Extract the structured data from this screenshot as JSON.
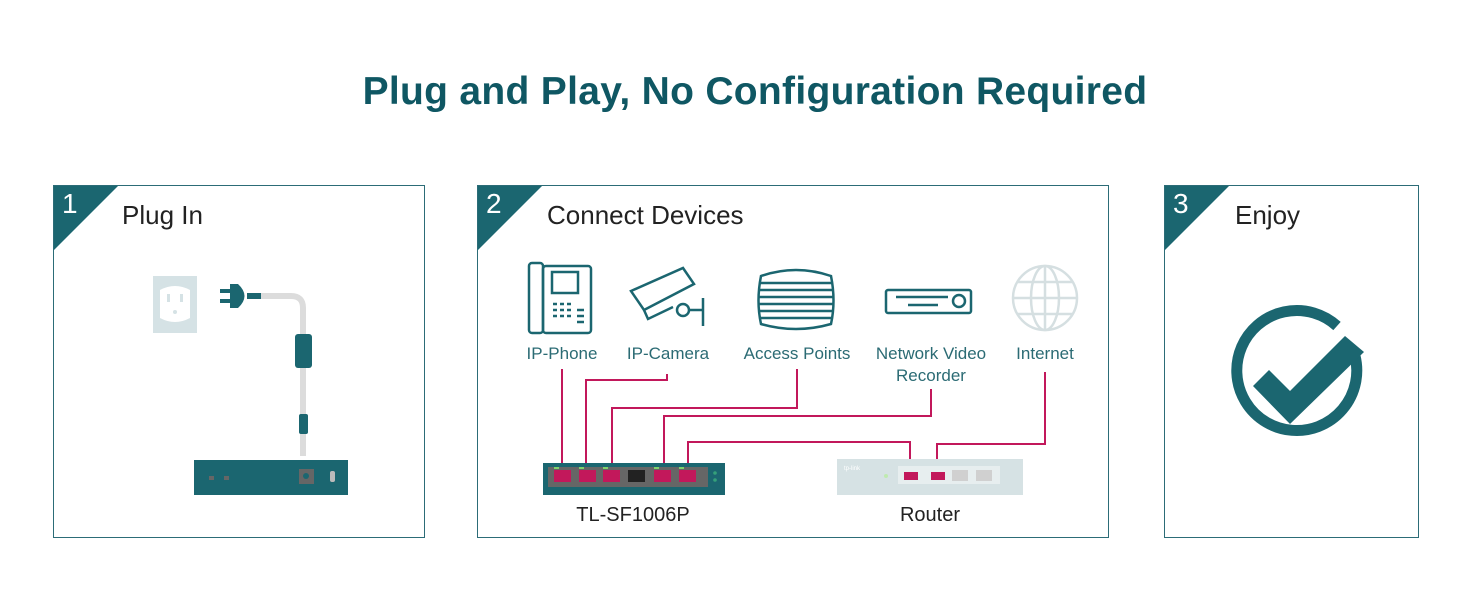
{
  "title": "Plug and Play, No Configuration Required",
  "colors": {
    "accent": "#1b6670",
    "title": "#0f5763",
    "cable": "#c2185b",
    "router": "#d6e2e4"
  },
  "steps": [
    {
      "number": "1",
      "title": "Plug In"
    },
    {
      "number": "2",
      "title": "Connect Devices",
      "devices": [
        {
          "label": "IP-Phone",
          "icon": "ip-phone-icon"
        },
        {
          "label": "IP-Camera",
          "icon": "camera-icon"
        },
        {
          "label": "Access Points",
          "icon": "access-point-icon"
        },
        {
          "label": "Network Video Recorder",
          "icon": "nvr-icon"
        },
        {
          "label": "Internet",
          "icon": "globe-icon"
        }
      ],
      "switch_label": "TL-SF1006P",
      "router_label": "Router",
      "router_brand": "tp-link"
    },
    {
      "number": "3",
      "title": "Enjoy"
    }
  ]
}
